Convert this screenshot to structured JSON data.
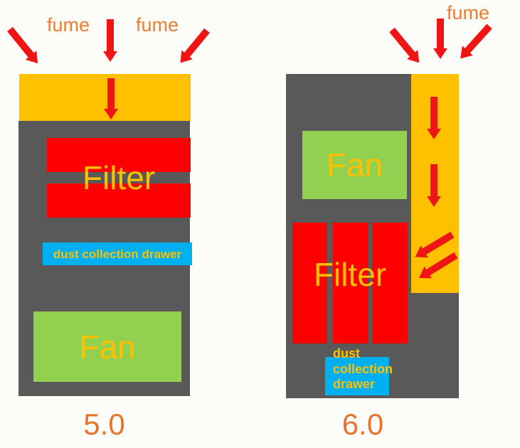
{
  "colors": {
    "background": "#FCFCF9",
    "body_gray": "#595959",
    "duct_gold": "#FFC000",
    "filter_red": "#FE0000",
    "fan_green": "#92D050",
    "drawer_blue": "#00B0F0",
    "label_gold": "#FFC000",
    "text_orange": "#ED7D31",
    "version_orange": "#E8732C",
    "arrow_red": "#F01515"
  },
  "left": {
    "version": "5.0",
    "fume_label_1": "fume",
    "fume_label_2": "fume",
    "filter_label": "Filter",
    "drawer_label": "dust collection drawer",
    "fan_label": "Fan"
  },
  "right": {
    "version": "6.0",
    "fume_label": "fume",
    "filter_label": "Filter",
    "drawer_label": "dust\ncollection\ndrawer",
    "fan_label": "Fan"
  }
}
